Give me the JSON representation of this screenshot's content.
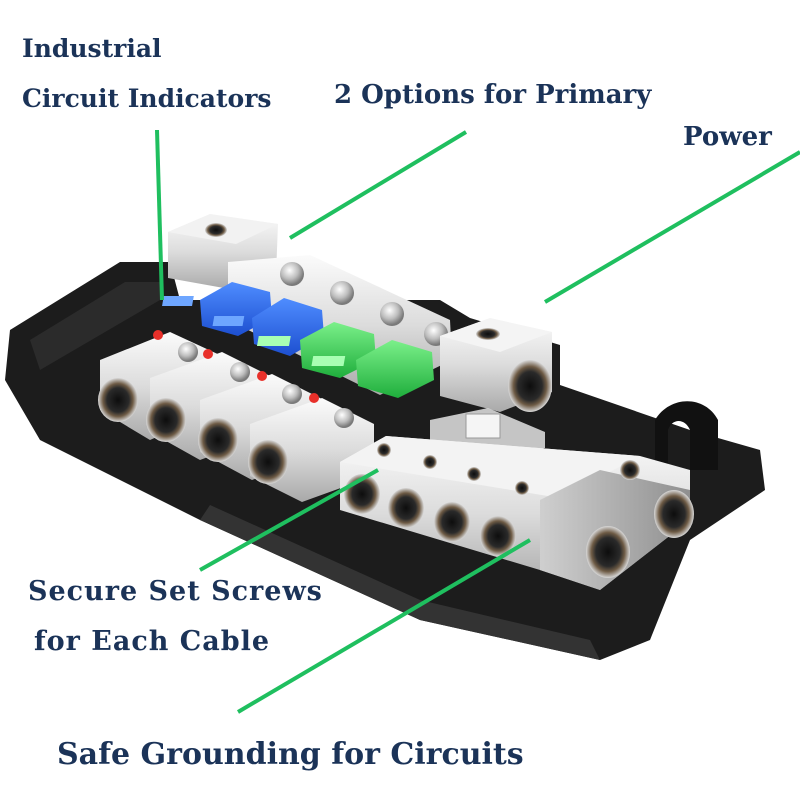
{
  "callouts": {
    "circuit_indicators": [
      "Industrial",
      "Circuit Indicators"
    ],
    "primary_power": [
      "2 Options for Primary",
      "Power"
    ],
    "set_screws": [
      "Secure Set Screws",
      "for Each Cable"
    ],
    "grounding": "Safe Grounding for Circuits"
  },
  "colors": {
    "callout_text": "#1b3358",
    "leader_line": "#1fbf5f",
    "housing": "#1c1c1c",
    "terminal_metal": "#e2e2e2",
    "fuse_blue": "#2f6df0",
    "fuse_green": "#3ed260",
    "led_red": "#e8302a"
  },
  "product": {
    "fuse_count_blue": 2,
    "fuse_count_green": 2,
    "led_indicators": 4,
    "ground_ports": 4
  }
}
